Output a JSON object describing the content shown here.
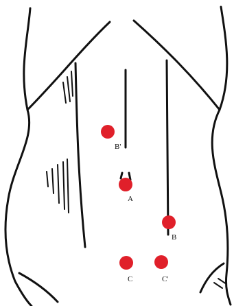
{
  "diagram": {
    "points": [
      {
        "id": "b_prime",
        "label": "B'"
      },
      {
        "id": "a",
        "label": "A"
      },
      {
        "id": "b",
        "label": "B"
      },
      {
        "id": "c",
        "label": "C"
      },
      {
        "id": "c_prime",
        "label": "C'"
      }
    ],
    "colors": {
      "marker": "#e0202a",
      "line": "#111111",
      "background": "#ffffff"
    }
  }
}
